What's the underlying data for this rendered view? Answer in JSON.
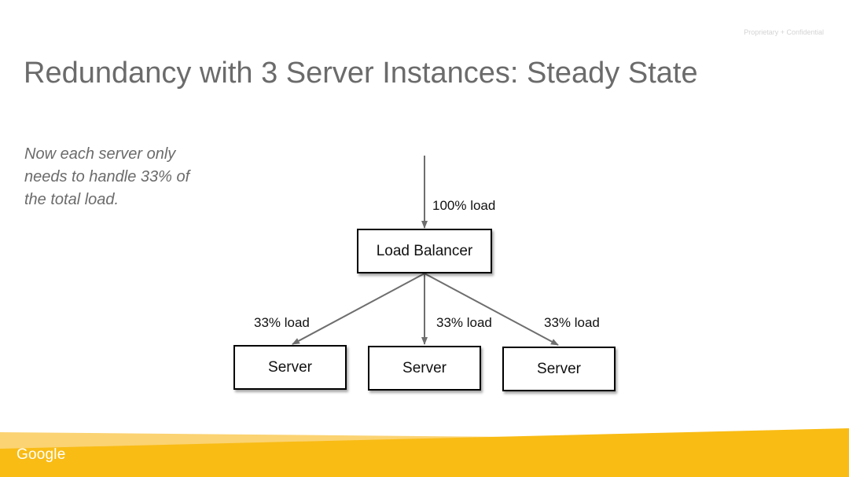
{
  "slide": {
    "confidential": "Proprietary + Confidential",
    "title": "Redundancy with 3 Server Instances: Steady State",
    "note": "Now each server only needs to handle 33% of the total load.",
    "logo_text": "Google"
  },
  "diagram": {
    "input_label": "100% load",
    "load_balancer": "Load Balancer",
    "servers": [
      {
        "label": "Server",
        "load_label": "33% load"
      },
      {
        "label": "Server",
        "load_label": "33% load"
      },
      {
        "label": "Server",
        "load_label": "33% load"
      }
    ]
  },
  "colors": {
    "title_text": "#6b6b6b",
    "arrow": "#6e6e6e",
    "footer_yellow": "#f9bc15",
    "footer_light": "#fbd372"
  }
}
